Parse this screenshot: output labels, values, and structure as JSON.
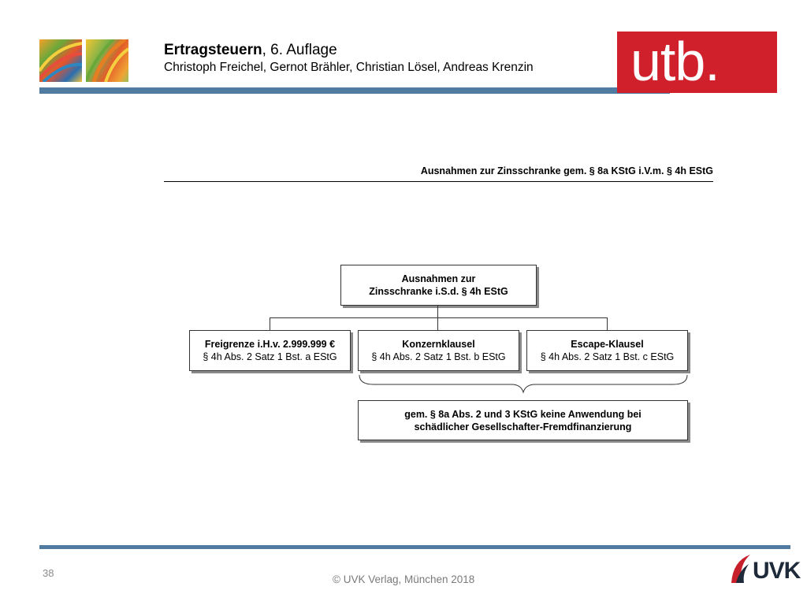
{
  "header": {
    "title_bold": "Ertragsteuern",
    "title_rest": ", 6. Auflage",
    "authors": "Christoph Freichel, Gernot Brähler, Christian Lösel, Andreas Krenzin",
    "logo_text": "utb."
  },
  "diagram": {
    "caption": "Ausnahmen zur Zinsschranke gem. § 8a KStG i.V.m. § 4h EStG",
    "root": {
      "line1": "Ausnahmen zur",
      "line2": "Zinsschranke i.S.d. § 4h EStG"
    },
    "children": [
      {
        "title": "Freigrenze i.H.v. 2.999.999 €",
        "ref": "§ 4h Abs. 2 Satz 1 Bst. a EStG"
      },
      {
        "title": "Konzernklausel",
        "ref": "§ 4h Abs. 2 Satz 1 Bst. b EStG"
      },
      {
        "title": "Escape-Klausel",
        "ref": "§ 4h Abs. 2 Satz 1 Bst. c EStG"
      }
    ],
    "note": {
      "line1": "gem. § 8a Abs. 2 und 3 KStG keine Anwendung bei",
      "line2": "schädlicher Gesellschafter-Fremdfinanzierung"
    }
  },
  "footer": {
    "page_number": "38",
    "copyright": "© UVK Verlag, München 2018",
    "publisher_logo": "UVK"
  },
  "colors": {
    "bar": "#4f7ca0",
    "utb_red": "#d0202b",
    "uvk_red": "#c8202a"
  }
}
